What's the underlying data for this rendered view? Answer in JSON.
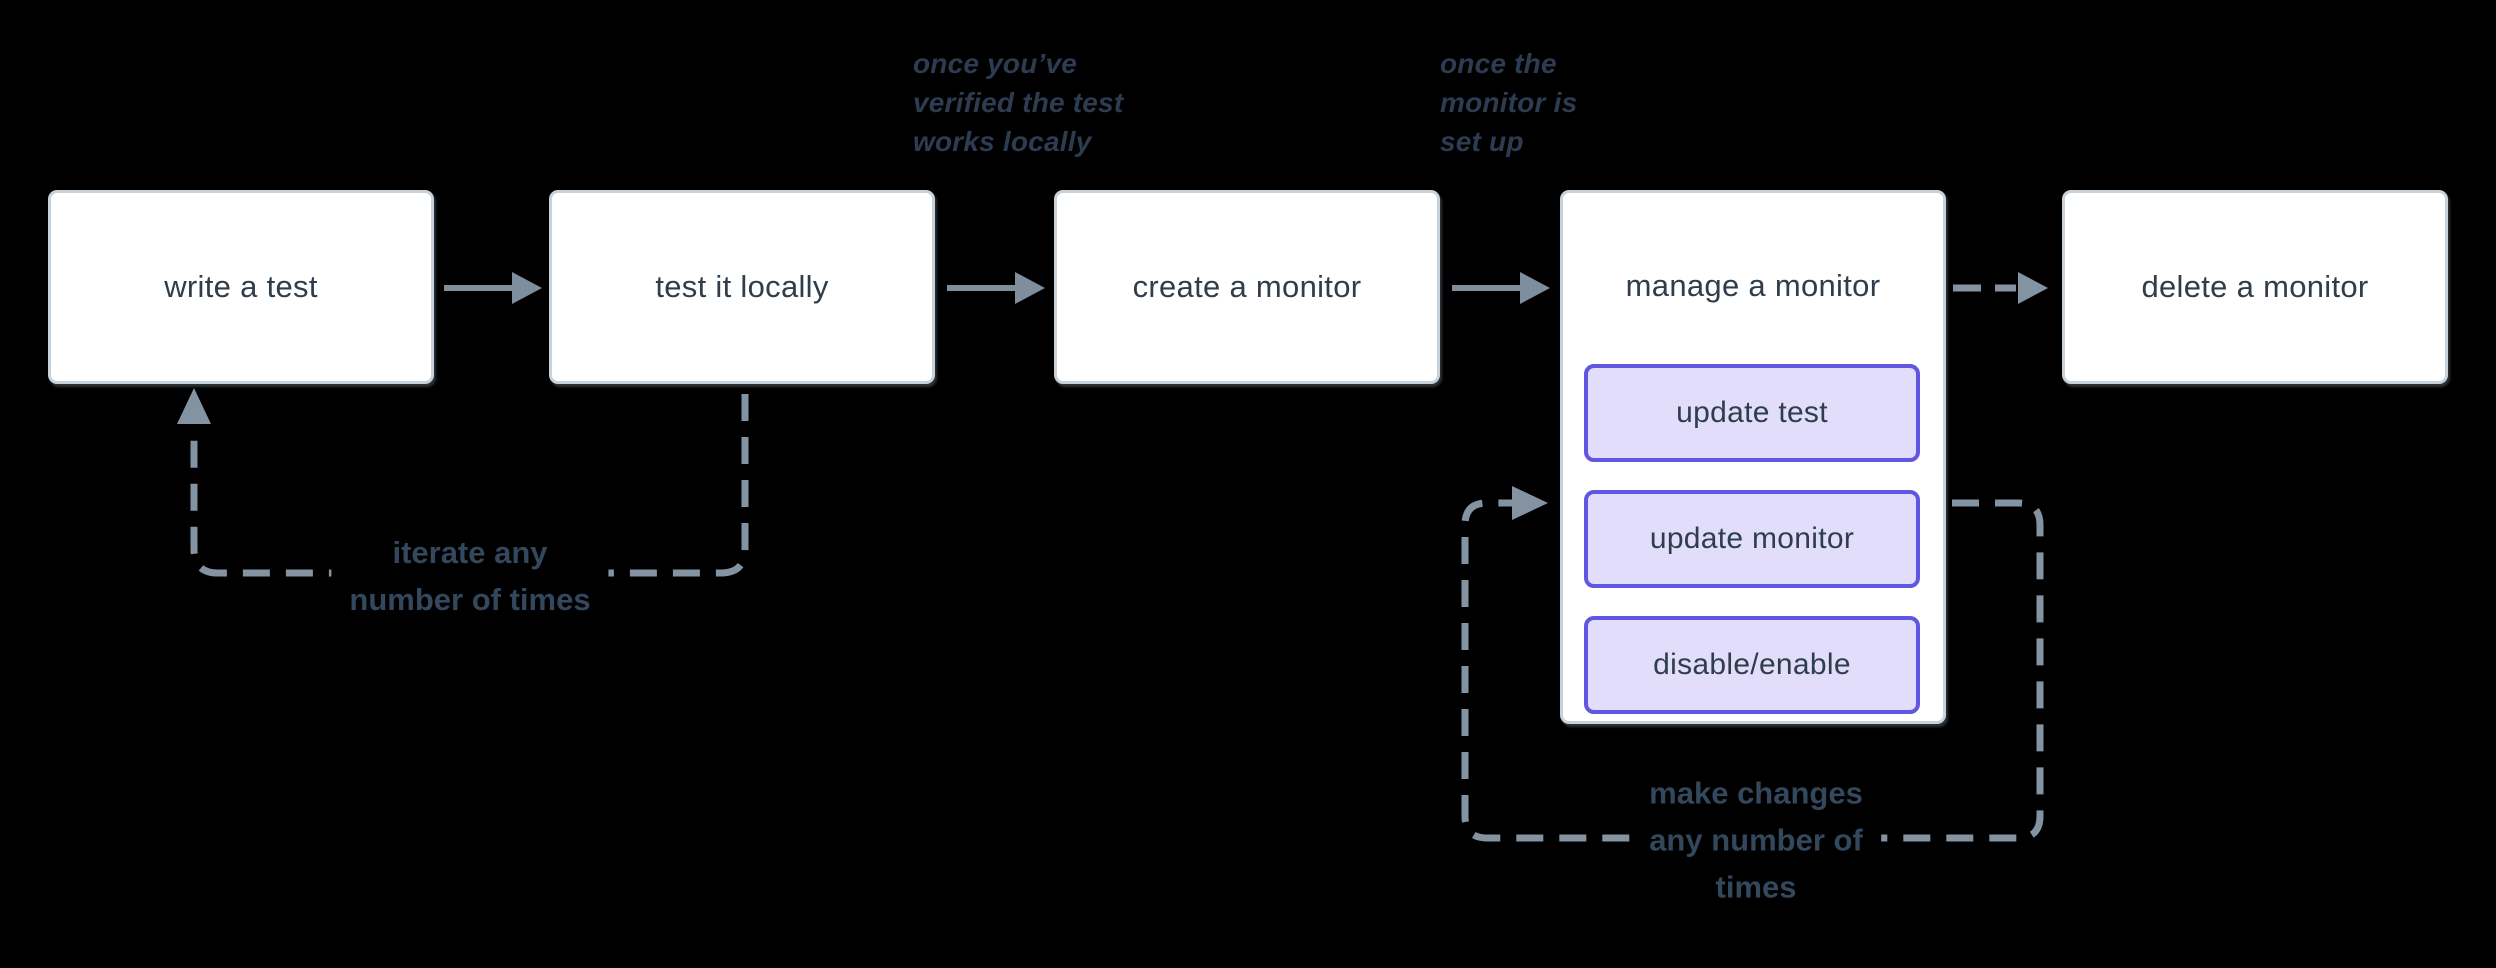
{
  "colors": {
    "background": "#000000",
    "box_fill": "#ffffff",
    "box_border": "#c8d2da",
    "box_text": "#2f3e4a",
    "solid_arrow": "#7e8e9d",
    "dashed_line": "#8493a2",
    "subbox_fill": "#e1ddfa",
    "subbox_border": "#6156e2",
    "annotation_text": "#2d3c51",
    "loop_label_text": "#33475d"
  },
  "nodes": [
    {
      "label": "write a test"
    },
    {
      "label": "test it locally"
    },
    {
      "label": "create a monitor"
    },
    {
      "label": "manage a monitor",
      "children": [
        {
          "label": "update test"
        },
        {
          "label": "update monitor"
        },
        {
          "label": "disable/enable"
        }
      ]
    },
    {
      "label": "delete a monitor"
    }
  ],
  "annotations": {
    "verified": {
      "lines": [
        "once you’ve",
        "verified the test",
        "works locally"
      ]
    },
    "setup": {
      "lines": [
        "once the",
        "monitor is",
        "set up"
      ]
    }
  },
  "loop_labels": {
    "iterate": {
      "lines": [
        "iterate any",
        "number of times"
      ]
    },
    "changes": {
      "lines": [
        "make changes",
        "any number of",
        "times"
      ]
    }
  }
}
